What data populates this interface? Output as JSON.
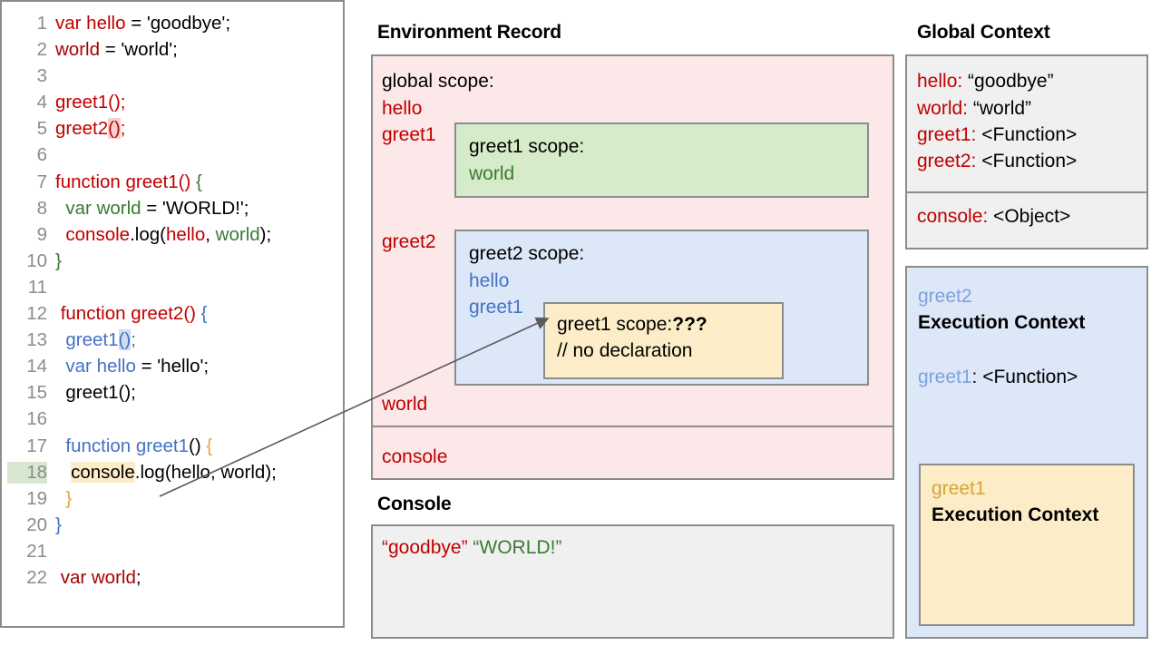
{
  "code_panel": {
    "lines": [
      {
        "n": "1",
        "segments": [
          {
            "t": "var hello",
            "c": "c-red"
          },
          {
            "t": " = 'goodbye';",
            "c": "c-black"
          }
        ]
      },
      {
        "n": "2",
        "segments": [
          {
            "t": "world",
            "c": "c-darkred"
          },
          {
            "t": " = 'world';",
            "c": "c-black"
          }
        ]
      },
      {
        "n": "3",
        "segments": []
      },
      {
        "n": "4",
        "segments": [
          {
            "t": "greet1",
            "c": "c-red"
          },
          {
            "t": "();",
            "c": "c-red"
          }
        ]
      },
      {
        "n": "5",
        "segments": [
          {
            "t": "greet2",
            "c": "c-red"
          },
          {
            "t": "()",
            "c": "c-red hl-pink"
          },
          {
            "t": ";",
            "c": "c-red"
          }
        ]
      },
      {
        "n": "6",
        "segments": []
      },
      {
        "n": "7",
        "segments": [
          {
            "t": "function greet1() ",
            "c": "c-red"
          },
          {
            "t": "{",
            "c": "c-green"
          }
        ]
      },
      {
        "n": "8",
        "segments": [
          {
            "t": "  var world",
            "c": "c-green"
          },
          {
            "t": " = 'WORLD!';",
            "c": "c-black"
          }
        ]
      },
      {
        "n": "9",
        "segments": [
          {
            "t": "  console",
            "c": "c-red"
          },
          {
            "t": ".log(",
            "c": "c-black"
          },
          {
            "t": "hello",
            "c": "c-red"
          },
          {
            "t": ", ",
            "c": "c-black"
          },
          {
            "t": "world",
            "c": "c-green"
          },
          {
            "t": ");",
            "c": "c-black"
          }
        ]
      },
      {
        "n": "10",
        "segments": [
          {
            "t": "}",
            "c": "c-green"
          }
        ]
      },
      {
        "n": "11",
        "segments": []
      },
      {
        "n": "12",
        "segments": [
          {
            "t": " function greet2() ",
            "c": "c-red"
          },
          {
            "t": "{",
            "c": "c-blue"
          }
        ]
      },
      {
        "n": "13",
        "segments": [
          {
            "t": "  greet1",
            "c": "c-blue"
          },
          {
            "t": "()",
            "c": "c-blue hl-blue"
          },
          {
            "t": ";",
            "c": "c-blue"
          }
        ]
      },
      {
        "n": "14",
        "segments": [
          {
            "t": "  var hello",
            "c": "c-blue"
          },
          {
            "t": " = 'hello';",
            "c": "c-black"
          }
        ]
      },
      {
        "n": "15",
        "segments": [
          {
            "t": "  greet1();",
            "c": "c-black"
          }
        ]
      },
      {
        "n": "16",
        "segments": []
      },
      {
        "n": "17",
        "segments": [
          {
            "t": "  function greet1",
            "c": "c-blue"
          },
          {
            "t": "() ",
            "c": "c-black"
          },
          {
            "t": "{",
            "c": "c-gold"
          }
        ]
      },
      {
        "n": "18",
        "highlight_line": true,
        "segments": [
          {
            "t": "   ",
            "c": "c-black"
          },
          {
            "t": "console",
            "c": "c-black hl-yellow"
          },
          {
            "t": ".log(hello, world);",
            "c": "c-black"
          }
        ]
      },
      {
        "n": "19",
        "segments": [
          {
            "t": "  }",
            "c": "c-gold"
          }
        ]
      },
      {
        "n": "20",
        "segments": [
          {
            "t": "}",
            "c": "c-blue"
          }
        ]
      },
      {
        "n": "21",
        "segments": []
      },
      {
        "n": "22",
        "segments": [
          {
            "t": " var world",
            "c": "c-darkred"
          },
          {
            "t": ";",
            "c": "c-black"
          }
        ]
      }
    ]
  },
  "environment_record": {
    "title": "Environment Record",
    "global_scope_label": "global scope:",
    "bindings": [
      "hello",
      "greet1",
      "greet2",
      "world"
    ],
    "hello": "hello",
    "greet1": "greet1",
    "greet2": "greet2",
    "world": "world",
    "console": "console",
    "greet1_scope": {
      "title": "greet1 scope:",
      "vars": [
        "world"
      ],
      "world": "world"
    },
    "greet2_scope": {
      "title": "greet2 scope:",
      "vars": [
        "hello",
        "greet1"
      ],
      "hello": "hello",
      "greet1": "greet1",
      "inner": {
        "line1_prefix": "greet1 scope:",
        "line1_emphasis": "???",
        "line2": "// no declaration"
      }
    }
  },
  "console": {
    "title": "Console",
    "output": [
      {
        "text": "“goodbye”",
        "color": "#c00000"
      },
      {
        "text": "“WORLD!”",
        "color": "#3b7a33"
      }
    ]
  },
  "global_context": {
    "title": "Global Context",
    "entries": [
      {
        "key": "hello",
        "value": "“goodbye”"
      },
      {
        "key": "world",
        "value": "“world”"
      },
      {
        "key": "greet1",
        "value": "<Function>"
      },
      {
        "key": "greet2",
        "value": "<Function>"
      }
    ],
    "console_entry": {
      "key": "console",
      "value": "<Object>"
    }
  },
  "execution_contexts": {
    "greet2": {
      "name": "greet2",
      "label": "Execution Context",
      "entry_key": "greet1",
      "entry_value": "<Function>"
    },
    "greet1": {
      "name": "greet1",
      "label": "Execution Context"
    }
  },
  "colors": {
    "global_scope_bg": "#fce8e8",
    "greet1_scope_bg": "#d5ebca",
    "greet2_scope_bg": "#dce7f8",
    "greet1_inner_bg": "#fcedc8",
    "console_bg": "#f0f0f0",
    "border": "#8c8c8c",
    "red_text": "#c00000",
    "green_text": "#3b7a33",
    "blue_text": "#4472c4",
    "gold_text": "#d6a533"
  }
}
